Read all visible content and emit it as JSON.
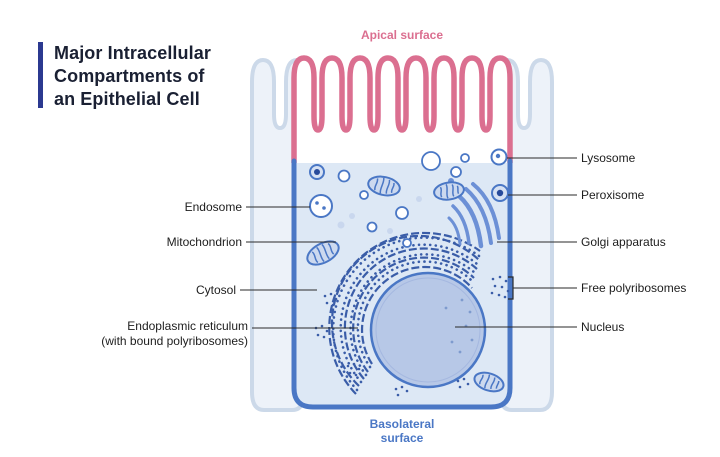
{
  "title": {
    "lines": [
      "Major Intracellular",
      "Compartments of",
      "an Epithelial Cell"
    ]
  },
  "cell": {
    "apical_label": "Apical surface",
    "basolateral_label_line1": "Basolateral",
    "basolateral_label_line2": "surface"
  },
  "labels_left": [
    {
      "text": "Endosome"
    },
    {
      "text": "Mitochondrion"
    },
    {
      "text": "Cytosol"
    },
    {
      "text": "Endoplasmic reticulum",
      "text2": "(with bound polyribosomes)"
    }
  ],
  "labels_right": [
    {
      "text": "Lysosome"
    },
    {
      "text": "Peroxisome"
    },
    {
      "text": "Golgi apparatus"
    },
    {
      "text": "Free polyribosomes"
    },
    {
      "text": "Nucleus"
    }
  ],
  "colors": {
    "title_bar": "#2b3990",
    "apical_membrane": "#db6f90",
    "basolateral_membrane": "#4a77c5",
    "cytoplasm": "#dde8f5",
    "nucleus_fill": "#b7c8e7",
    "endoplasmic_reticulum": "#3a5da8",
    "golgi": "#6c90d6",
    "neighbor_cell": "#edf2f9",
    "leader_line": "#2a2a2a"
  }
}
